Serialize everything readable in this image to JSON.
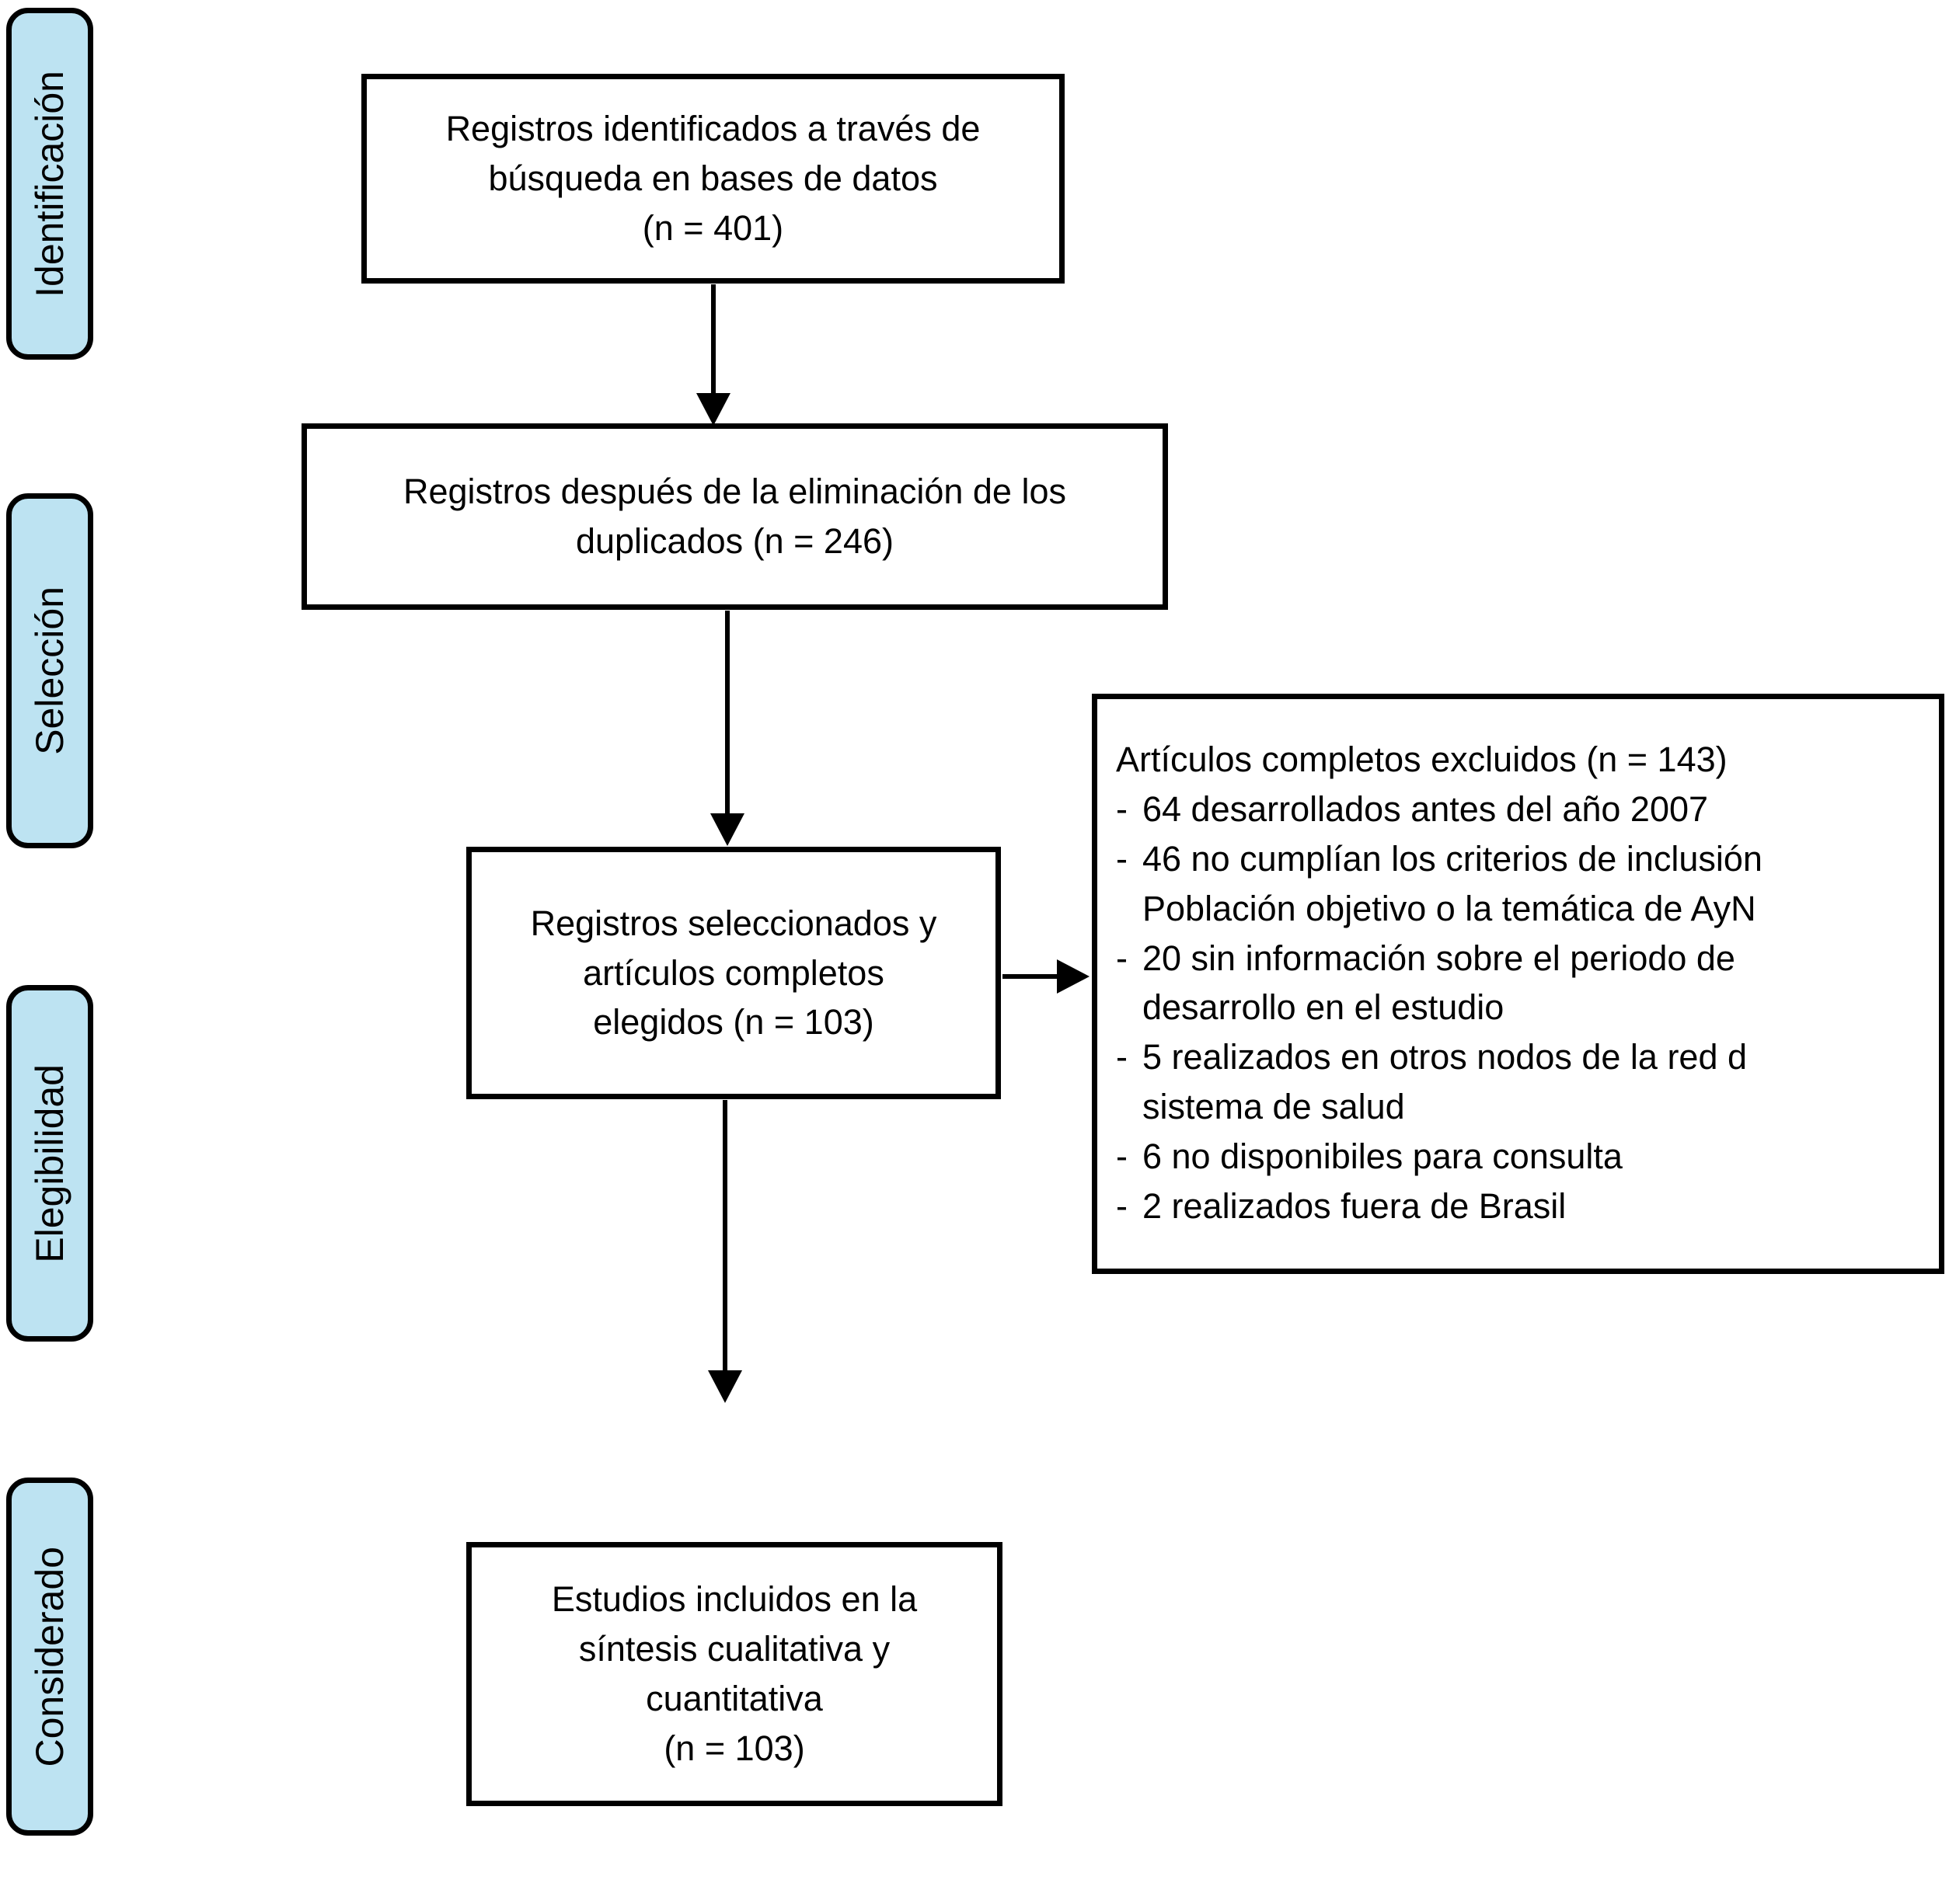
{
  "sidebar": {
    "stages": [
      {
        "label": "Identificación"
      },
      {
        "label": "Selección"
      },
      {
        "label": "Elegibilidad"
      },
      {
        "label": "Considerado"
      }
    ]
  },
  "flow": {
    "identified": {
      "text": "Registros identificados a través de\nbúsqueda en bases de datos\n(n = 401)"
    },
    "deduplicated": {
      "text": "Registros después de la eliminación de los\nduplicados (n = 246)"
    },
    "screened": {
      "text": "Registros seleccionados y\nartículos completos\nelegidos (n = 103)"
    },
    "included": {
      "text": "Estudios incluidos en la\nsíntesis cualitativa y\ncuantitativa\n(n = 103)"
    }
  },
  "exclusion": {
    "title": "Artículos completos excluidos (n = 143)",
    "items": [
      {
        "bullet": "-",
        "text": "64 desarrollados antes del año 2007"
      },
      {
        "bullet": "-",
        "text": "46 no cumplían los criterios de inclusión\nPoblación objetivo o la temática de AyN"
      },
      {
        "bullet": "-",
        "text": "20 sin información sobre el periodo de\ndesarrollo en el estudio"
      },
      {
        "bullet": "-",
        "text": "5 realizados en otros nodos de la red d\nsistema de salud"
      },
      {
        "bullet": "-",
        "text": "6 no disponibiles para consulta"
      },
      {
        "bullet": "-",
        "text": "2 realizados fuera de Brasil"
      }
    ]
  },
  "colors": {
    "stage_fill": "#BDE3F2",
    "line": "#000000",
    "background": "#FFFFFF"
  }
}
